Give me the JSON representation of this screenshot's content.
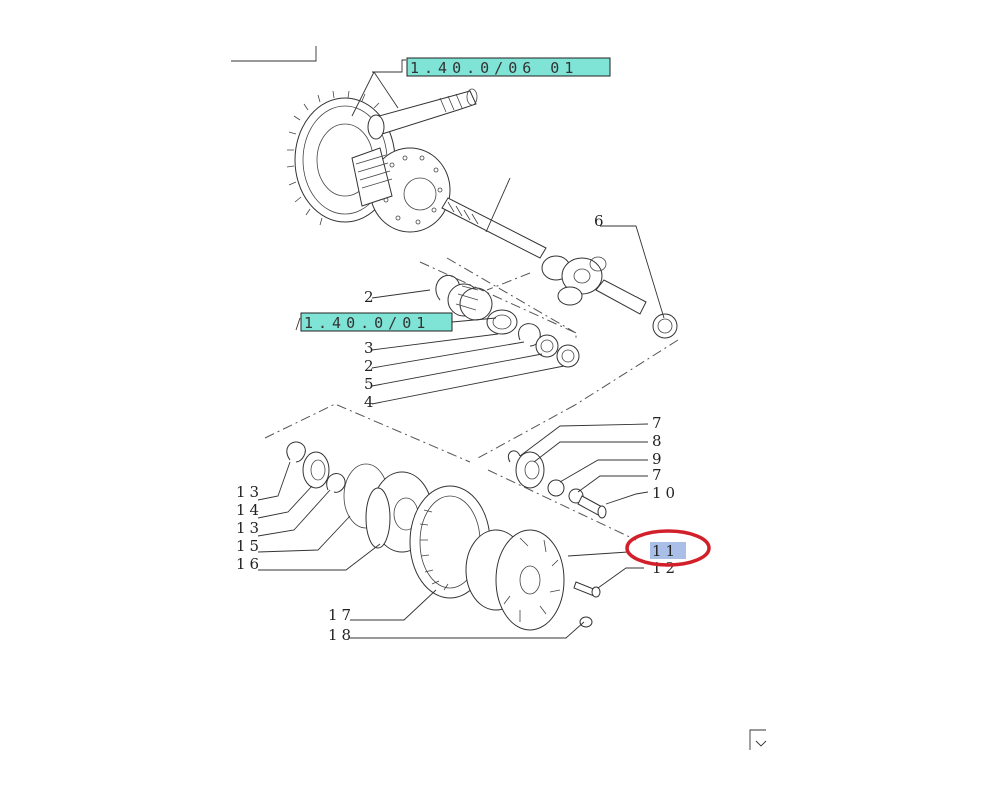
{
  "references": {
    "top": "1.40.0/06 01",
    "middle": "1.40.0/01"
  },
  "callouts": {
    "c2a": "2",
    "c3": "3",
    "c2b": "2",
    "c5": "5",
    "c4": "4",
    "c6": "6",
    "c7a": "7",
    "c8": "8",
    "c9": "9",
    "c7b": "7",
    "c10": "10",
    "c11": "11",
    "c12": "12",
    "c13a": "13",
    "c14": "14",
    "c13b": "13",
    "c15": "15",
    "c16": "16",
    "c17": "17",
    "c18": "18"
  },
  "colors": {
    "reference_highlight": "#7fe3d6",
    "selected_highlight": "#a9bfe8",
    "selection_circle": "#d21f2a"
  },
  "selected_callout": "11"
}
